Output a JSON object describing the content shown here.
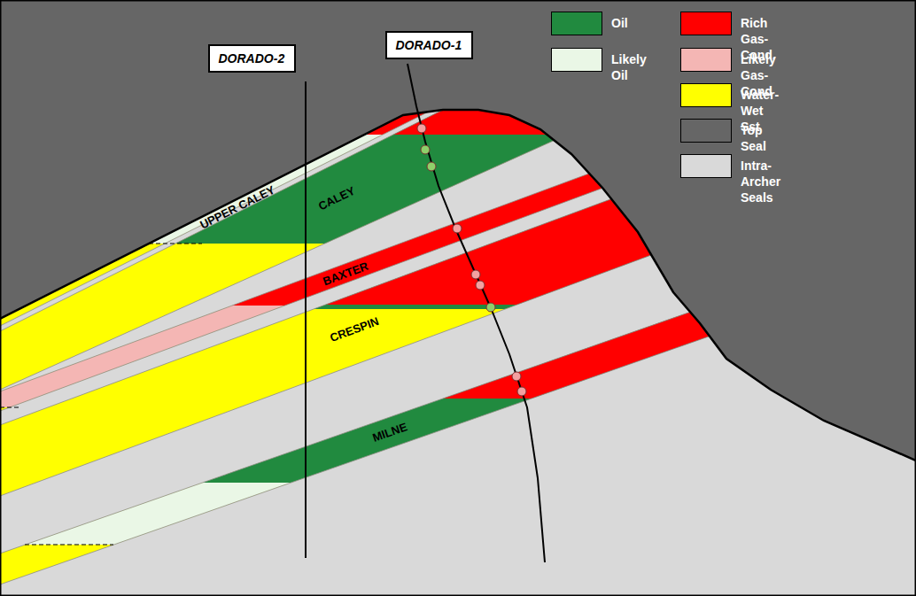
{
  "diagram": {
    "nodes": [
      {
        "text": [
          "DORADO-2"
        ]
      },
      {
        "text": [
          "DORADO-1"
        ]
      }
    ],
    "labels": [
      "UPPER CALEY",
      "CALEY",
      "BAXTER",
      "CRESPIN",
      "MILNE"
    ],
    "legend": [
      {
        "text": "Oil",
        "color": "#218a3f"
      },
      {
        "text": "Likely Oil",
        "color": "#eaf7e6"
      },
      {
        "text": "Rich Gas-Cond.",
        "color": "#ff0000"
      },
      {
        "text": "Likely Gas-Cond",
        "color": "#f4b6b4"
      },
      {
        "text": "Water-Wet Sst",
        "color": "#ffff00"
      },
      {
        "text": "Top Seal",
        "color": "#666666"
      },
      {
        "text": "Intra-Archer Seals",
        "color": "#d9d9d9"
      }
    ]
  }
}
